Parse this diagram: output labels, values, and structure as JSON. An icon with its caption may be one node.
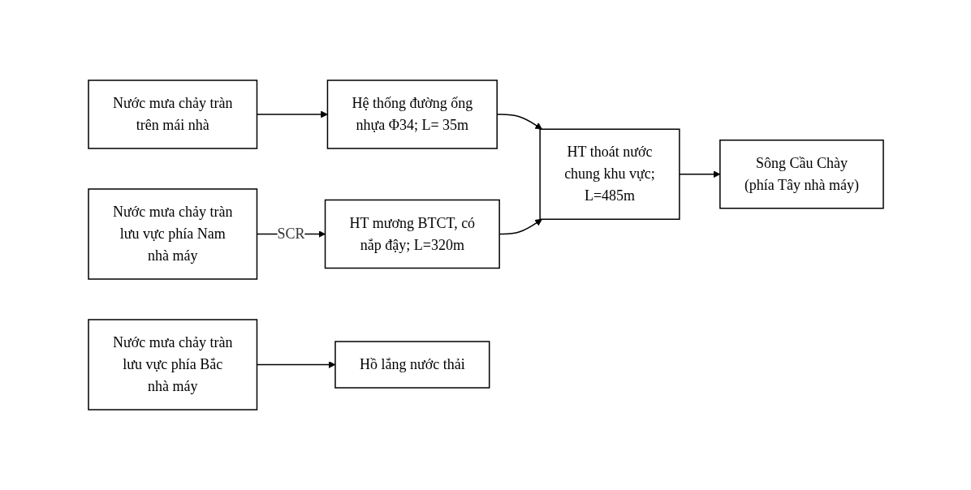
{
  "diagram": {
    "nodes": [
      {
        "text": [
          "Nước mưa chảy tràn trên mái nhà"
        ]
      },
      {
        "text": [
          "Hệ thống đường ống nhựa Φ34; L= 35m"
        ]
      },
      {
        "text": [
          "Nước mưa chảy tràn lưu vực phía Nam nhà máy"
        ]
      },
      {
        "text": [
          "HT mương BTCT, có nắp đậy; L=320m"
        ]
      },
      {
        "text": [
          "HT thoát nước chung khu vực; L=485m"
        ]
      },
      {
        "text": [
          "Sông Cầu Chày (phía Tây nhà máy)"
        ]
      },
      {
        "text": [
          "Nước mưa chảy tràn lưu vực phía Bắc nhà máy"
        ]
      },
      {
        "text": [
          "Hồ lắng nước thải"
        ]
      }
    ],
    "edges": [
      {
        "from": 0,
        "to": 1,
        "arrow": "to"
      },
      {
        "from": 1,
        "to": 4,
        "arrow": "to"
      },
      {
        "from": 2,
        "to": 3,
        "arrow": "to",
        "label": "SCR"
      },
      {
        "from": 3,
        "to": 4,
        "arrow": "to"
      },
      {
        "from": 4,
        "to": 5,
        "arrow": "to"
      },
      {
        "from": 6,
        "to": 7,
        "arrow": "to"
      }
    ]
  }
}
